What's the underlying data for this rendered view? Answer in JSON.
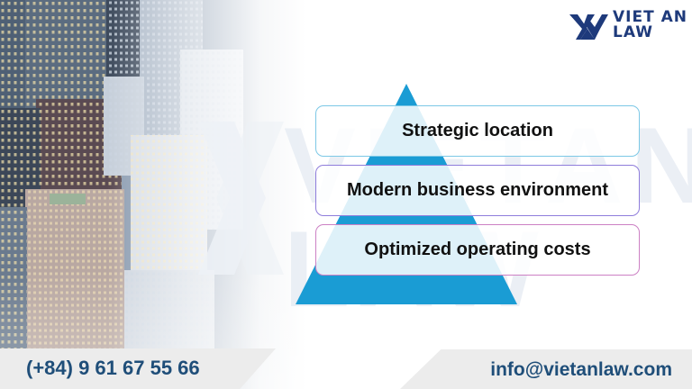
{
  "brand": {
    "name_line1": "VIET AN",
    "name_line2": "LAW",
    "color": "#1e3a7b"
  },
  "pyramid": {
    "triangle_color": "#1a9cd4",
    "items": [
      {
        "label": "Strategic location",
        "border_color": "#7cc8e6"
      },
      {
        "label": "Modern business environment",
        "border_color": "#8f7ddb"
      },
      {
        "label": "Optimized operating costs",
        "border_color": "#cc80c4"
      }
    ]
  },
  "footer": {
    "phone": "(+84) 9 61 67 55 66",
    "email": "info@vietanlaw.com",
    "text_color": "#1f4e79",
    "band_color": "#ececec"
  },
  "background": {
    "image": "city-skyline-icon",
    "watermark": "VIET AN LAW"
  }
}
